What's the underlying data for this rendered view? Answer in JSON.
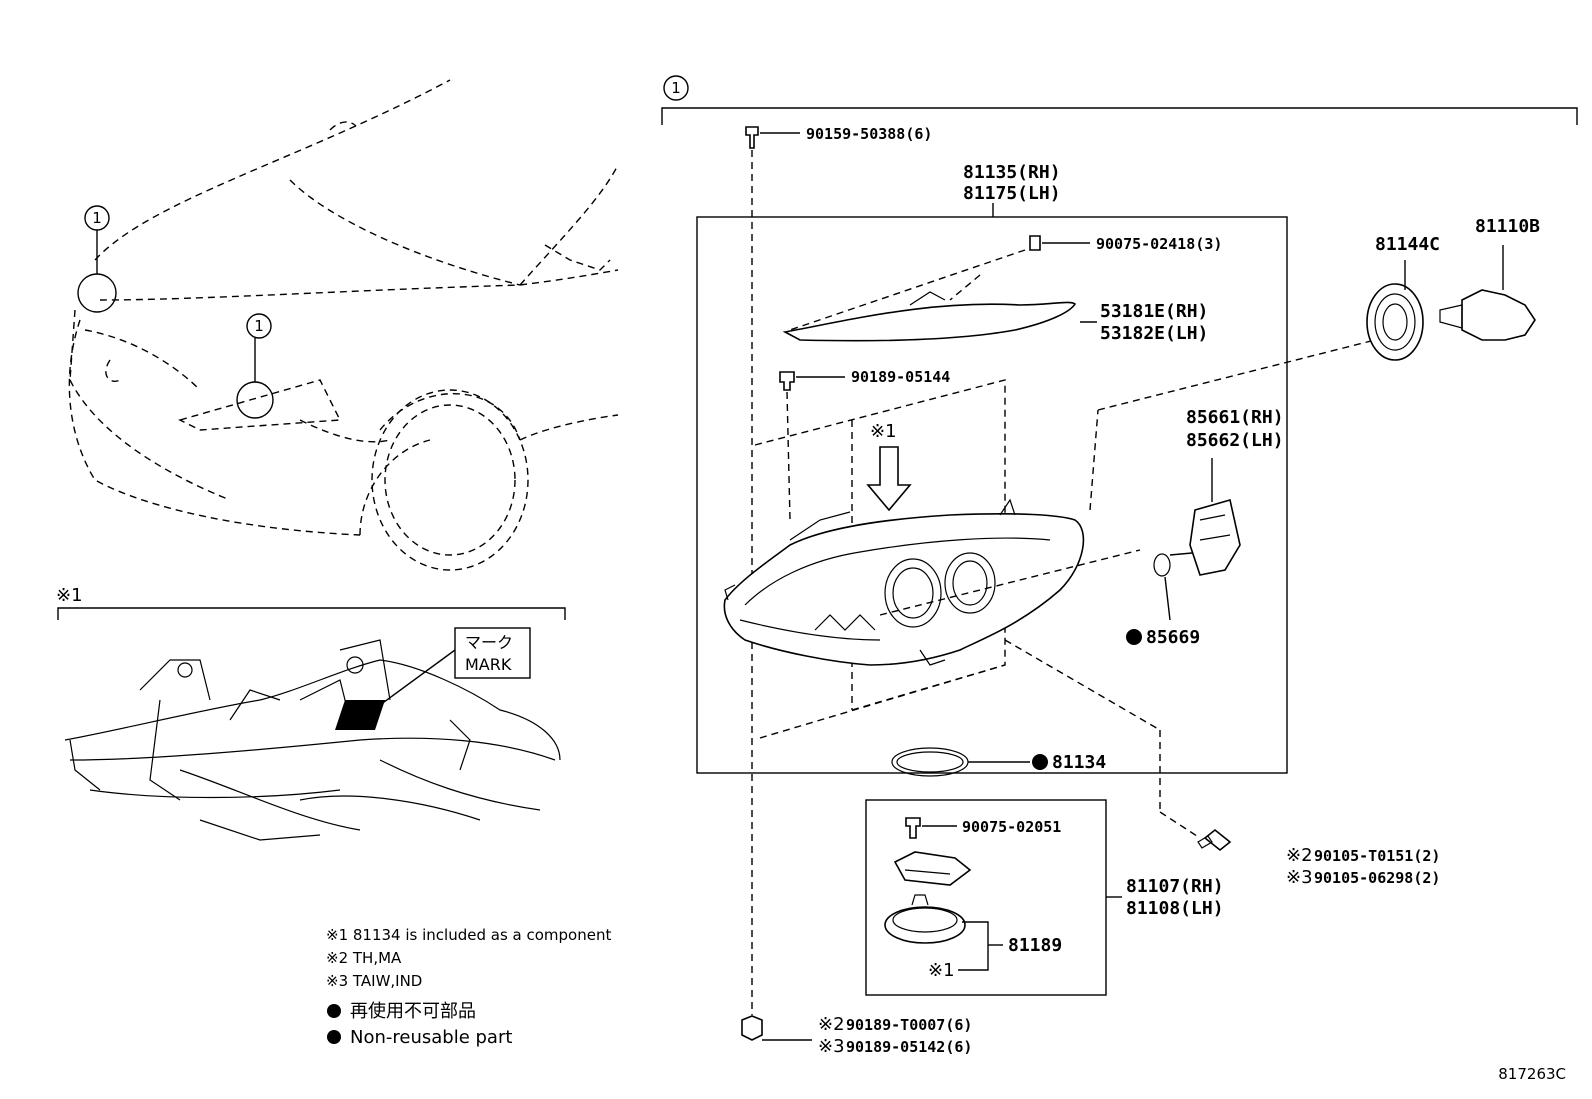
{
  "callout": "1",
  "detail_marker": "※1",
  "mark_label_jp": "マーク",
  "mark_label_en": "MARK",
  "parts": {
    "bolt_top": "90159-50388(6)",
    "housing_rh": "81135(RH)",
    "housing_lh": "81175(LH)",
    "screw_trim": "90075-02418(3)",
    "trim_rh": "53181E(RH)",
    "trim_lh": "53182E(LH)",
    "screw_side": "90189-05144",
    "star1_arrow": "※1",
    "bulb": "81110B",
    "cover": "81144C",
    "actuator_rh": "85661(RH)",
    "actuator_lh": "85662(LH)",
    "oring": "85669",
    "gasket": "81134",
    "screw_ecu": "90075-02051",
    "ecu_rh": "81107(RH)",
    "ecu_lh": "81108(LH)",
    "socket": "81189",
    "socket_star": "※1",
    "bolt_right_th": "90105-T0151(2)",
    "bolt_right_taiw": "90105-06298(2)",
    "bolt_bottom_th": "90189-T0007(6)",
    "bolt_bottom_taiw": "90189-05142(6)",
    "star2": "※2",
    "star3": "※3"
  },
  "notes": {
    "n1": "※1 81134 is included as a component",
    "n2": "※2 TH,MA",
    "n3": "※3 TAIW,IND",
    "n4": "再使用不可部品",
    "n5": "Non-reusable part"
  },
  "diagram_id": "817263C"
}
